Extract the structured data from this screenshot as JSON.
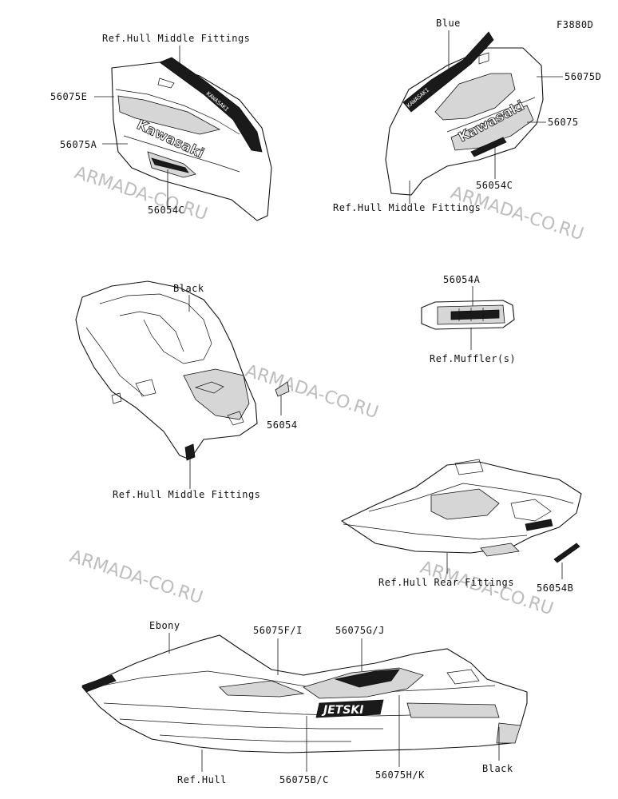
{
  "figure_code": "F3880D",
  "watermark": "ARMADA-CO.RU",
  "decal_text": {
    "brand": "Kawasaki",
    "jetski": "JETSKI",
    "small": "KAWASAKI"
  },
  "labels": {
    "ref_hull_middle_1": "Ref.Hull Middle Fittings",
    "p56075E": "56075E",
    "p56075A": "56075A",
    "p56054C_left": "56054C",
    "blue": "Blue",
    "p56075D": "56075D",
    "p56075": "56075",
    "p56054C_right": "56054C",
    "ref_hull_middle_2": "Ref.Hull Middle Fittings",
    "black_top": "Black",
    "p56054A": "56054A",
    "ref_muffler": "Ref.Muffler(s)",
    "p56054": "56054",
    "ref_hull_middle_3": "Ref.Hull Middle Fittings",
    "ref_hull_rear": "Ref.Hull Rear Fittings",
    "p56054B": "56054B",
    "ebony": "Ebony",
    "p56075FI": "56075F/I",
    "p56075GJ": "56075G/J",
    "ref_hull": "Ref.Hull",
    "p56075BC": "56075B/C",
    "p56075HK": "56075H/K",
    "black_bottom": "Black"
  }
}
